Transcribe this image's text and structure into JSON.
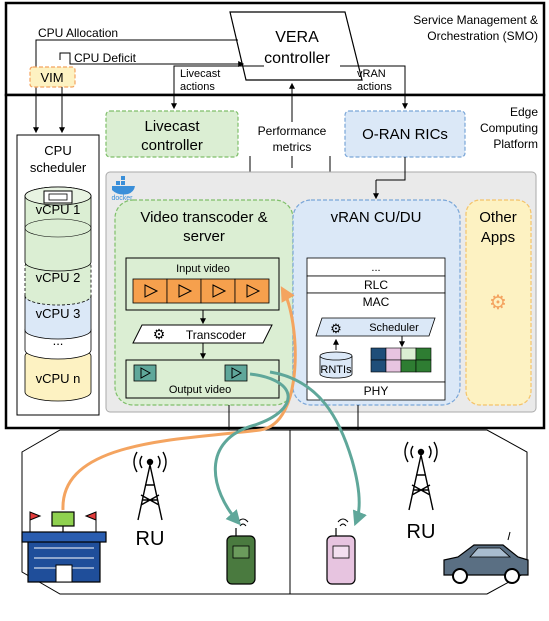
{
  "smo": {
    "title_line1": "Service Management &",
    "title_line2": "Orchestration (SMO)"
  },
  "vera": {
    "line1": "VERA",
    "line2": "controller"
  },
  "vim": {
    "label": "VIM"
  },
  "arrows": {
    "cpu_allocation": "CPU Allocation",
    "cpu_deficit": "CPU Deficit",
    "livecast_actions_1": "Livecast",
    "livecast_actions_2": "actions",
    "vran_actions_1": "vRAN",
    "vran_actions_2": "actions",
    "perf_1": "Performance",
    "perf_2": "metrics"
  },
  "edge": {
    "line1": "Edge",
    "line2": "Computing",
    "line3": "Platform"
  },
  "cpu_scheduler": {
    "line1": "CPU",
    "line2": "scheduler"
  },
  "vcpus": [
    "vCPU 1",
    "vCPU 2",
    "vCPU 3",
    "...",
    "vCPU n"
  ],
  "livecast_controller": {
    "line1": "Livecast",
    "line2": "controller"
  },
  "oran": {
    "label": "O-RAN RICs"
  },
  "docker": {
    "label": "docker"
  },
  "video_server": {
    "line1": "Video transcoder &",
    "line2": "server",
    "input": "Input video",
    "transcoder": "Transcoder",
    "output": "Output video"
  },
  "vran": {
    "title": "vRAN CU/DU",
    "dots": "...",
    "rlc": "RLC",
    "mac": "MAC",
    "scheduler": "Scheduler",
    "rntis": "RNTIs",
    "phy": "PHY"
  },
  "other_apps": {
    "line1": "Other",
    "line2": "Apps"
  },
  "cells": {
    "ru_left": "RU",
    "ru_right": "RU"
  },
  "colors": {
    "orange": "#f4a460",
    "teal": "#5fa79a",
    "green_fill": "#dbeed3",
    "blue_fill": "#dbe8f7",
    "yellow_fill": "#fdf2c2"
  }
}
